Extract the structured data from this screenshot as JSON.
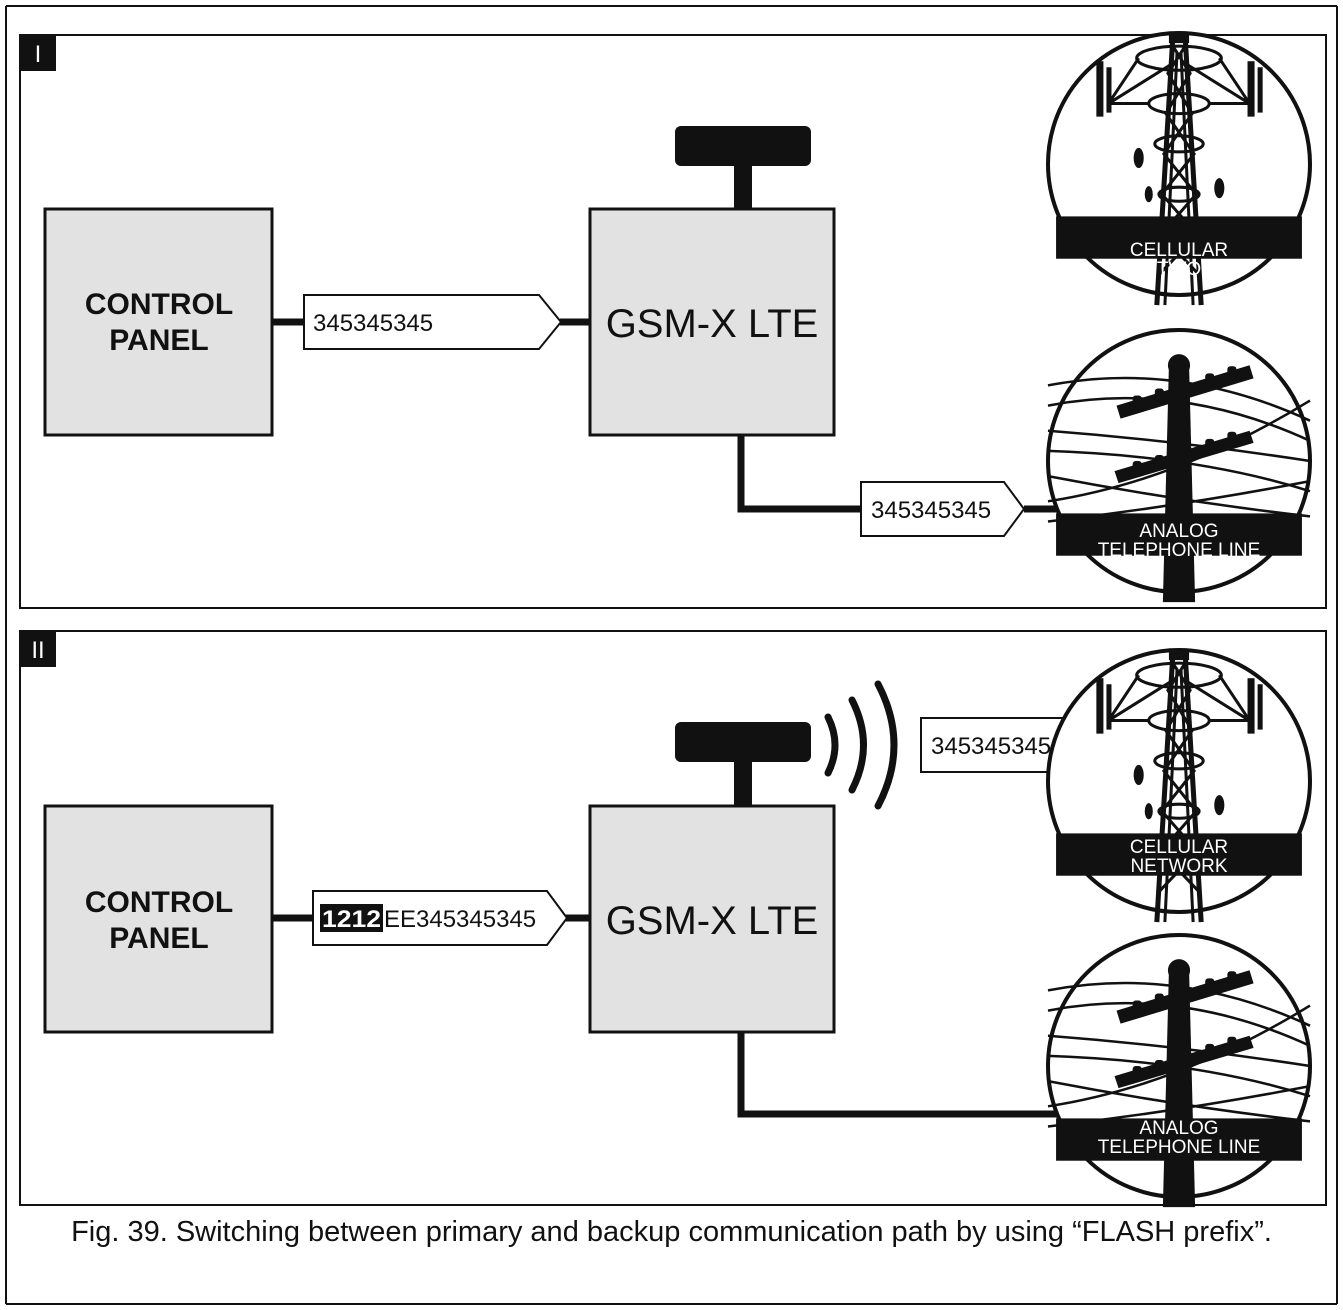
{
  "panels": [
    {
      "badge": "I",
      "control_panel": {
        "line1": "CONTROL",
        "line2": "PANEL"
      },
      "module": "GSM-X LTE",
      "tag_to_module": "345345345",
      "tag_to_phone_line": "345345345",
      "cellular": {
        "line1": "CELLULAR",
        "line2": "NETWORK"
      },
      "analog": {
        "line1": "ANALOG",
        "line2": "TELEPHONE LINE"
      }
    },
    {
      "badge": "II",
      "control_panel": {
        "line1": "CONTROL",
        "line2": "PANEL"
      },
      "module": "GSM-X LTE",
      "tag_to_module_prefix": "1212",
      "tag_to_module_rest": "EE345345345",
      "tag_to_cellular": "345345345",
      "cellular": {
        "line1": "CELLULAR",
        "line2": "NETWORK"
      },
      "analog": {
        "line1": "ANALOG",
        "line2": "TELEPHONE LINE"
      }
    }
  ],
  "caption": "Fig. 39. Switching between primary and backup communication path by using “FLASH prefix”.",
  "colors": {
    "box_fill": "#e2e2e2",
    "ink": "#111111",
    "paper": "#ffffff"
  }
}
